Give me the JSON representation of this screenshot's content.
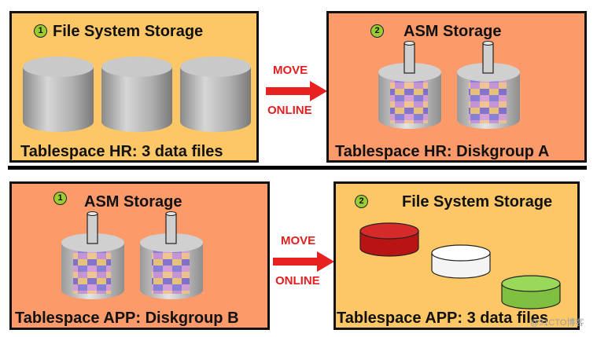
{
  "panels": {
    "top_left": {
      "number": "1",
      "title": "File System Storage",
      "caption": "Tablespace HR: 3 data files"
    },
    "top_right": {
      "number": "2",
      "title": "ASM Storage",
      "caption": "Tablespace HR: Diskgroup A"
    },
    "bottom_left": {
      "number": "1",
      "title": "ASM Storage",
      "caption": "Tablespace APP: Diskgroup B"
    },
    "bottom_right": {
      "number": "2",
      "title": "File System Storage",
      "caption": "Tablespace APP: 3 data files"
    }
  },
  "arrows": {
    "top": {
      "label_top": "MOVE",
      "label_bottom": "ONLINE"
    },
    "bottom": {
      "label_top": "MOVE",
      "label_bottom": "ONLINE"
    }
  },
  "watermark": "@51CTO博客",
  "colors": {
    "fs_background": "#fdc765",
    "asm_background": "#fc9a6a",
    "arrow": "#e82020",
    "disk_red": "#c41a1a",
    "disk_white": "#ffffff",
    "disk_green": "#8fd14f",
    "badge_green": "#9acd32"
  }
}
